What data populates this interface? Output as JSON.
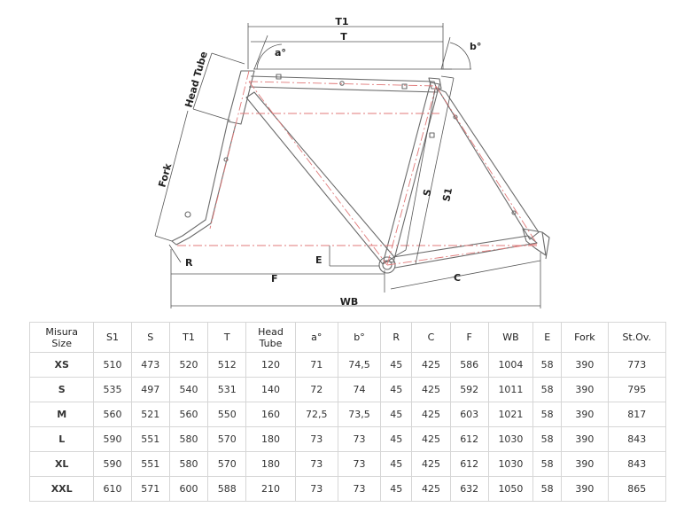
{
  "diagram": {
    "labels": {
      "t1": "T1",
      "t": "T",
      "a": "a°",
      "b": "b°",
      "head_tube": "Head Tube",
      "fork": "Fork",
      "s": "S",
      "s1": "S1",
      "e": "E",
      "r": "R",
      "f": "F",
      "c": "C",
      "wb": "WB"
    }
  },
  "table": {
    "headers": [
      "Misura Size",
      "S1",
      "S",
      "T1",
      "T",
      "Head Tube",
      "a°",
      "b°",
      "R",
      "C",
      "F",
      "WB",
      "E",
      "Fork",
      "St.Ov."
    ],
    "rows": [
      [
        "XS",
        "510",
        "473",
        "520",
        "512",
        "120",
        "71",
        "74,5",
        "45",
        "425",
        "586",
        "1004",
        "58",
        "390",
        "773"
      ],
      [
        "S",
        "535",
        "497",
        "540",
        "531",
        "140",
        "72",
        "74",
        "45",
        "425",
        "592",
        "1011",
        "58",
        "390",
        "795"
      ],
      [
        "M",
        "560",
        "521",
        "560",
        "550",
        "160",
        "72,5",
        "73,5",
        "45",
        "425",
        "603",
        "1021",
        "58",
        "390",
        "817"
      ],
      [
        "L",
        "590",
        "551",
        "580",
        "570",
        "180",
        "73",
        "73",
        "45",
        "425",
        "612",
        "1030",
        "58",
        "390",
        "843"
      ],
      [
        "XL",
        "590",
        "551",
        "580",
        "570",
        "180",
        "73",
        "73",
        "45",
        "425",
        "612",
        "1030",
        "58",
        "390",
        "843"
      ],
      [
        "XXL",
        "610",
        "571",
        "600",
        "588",
        "210",
        "73",
        "73",
        "45",
        "425",
        "632",
        "1050",
        "58",
        "390",
        "865"
      ]
    ]
  }
}
